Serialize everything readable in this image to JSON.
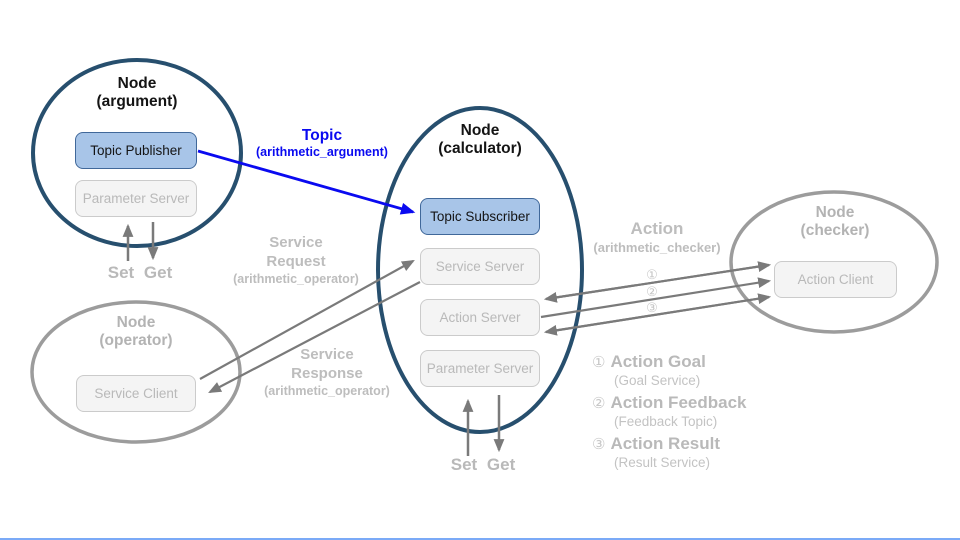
{
  "nodes": {
    "argument": {
      "title": "Node",
      "subtitle": "(argument)"
    },
    "calculator": {
      "title": "Node",
      "subtitle": "(calculator)"
    },
    "operator": {
      "title": "Node",
      "subtitle": "(operator)"
    },
    "checker": {
      "title": "Node",
      "subtitle": "(checker)"
    }
  },
  "boxes": {
    "topic_publisher": "Topic Publisher",
    "parameter_server_argument": "Parameter Server",
    "topic_subscriber": "Topic Subscriber",
    "service_server": "Service Server",
    "action_server": "Action Server",
    "parameter_server_calculator": "Parameter Server",
    "service_client": "Service Client",
    "action_client": "Action Client"
  },
  "labels": {
    "topic": {
      "title": "Topic",
      "subtitle": "(arithmetic_argument)"
    },
    "service_request": {
      "lines": [
        "Service",
        "Request"
      ],
      "subtitle": "(arithmetic_operator)"
    },
    "service_response": {
      "lines": [
        "Service",
        "Response"
      ],
      "subtitle": "(arithmetic_operator)"
    },
    "action": {
      "title": "Action",
      "subtitle": "(arithmetic_checker)"
    },
    "set_get_argument": "Set Get",
    "set_get_calculator": "Set Get",
    "arrow_numbers": {
      "goal": "①",
      "feedback": "②",
      "result": "③"
    }
  },
  "legend": {
    "items": [
      {
        "number": "①",
        "title": "Action Goal",
        "subtitle": "(Goal Service)"
      },
      {
        "number": "②",
        "title": "Action Feedback",
        "subtitle": "(Feedback Topic)"
      },
      {
        "number": "③",
        "title": "Action Result",
        "subtitle": "(Result Service)"
      }
    ]
  },
  "colors": {
    "active_node_border": "#274f6e",
    "inactive_node_border": "#9c9c9c",
    "topic_box_fill": "#a8c5e8",
    "topic_box_border": "#40689a",
    "inactive_box_fill": "#f4f4f4",
    "inactive_box_border": "#cbcbcb",
    "inactive_text": "#b9b9b9",
    "topic_blue": "#0a0af0",
    "arrow_gray": "#7a7a7a",
    "slide_edge_blue": "#7baaf7"
  }
}
